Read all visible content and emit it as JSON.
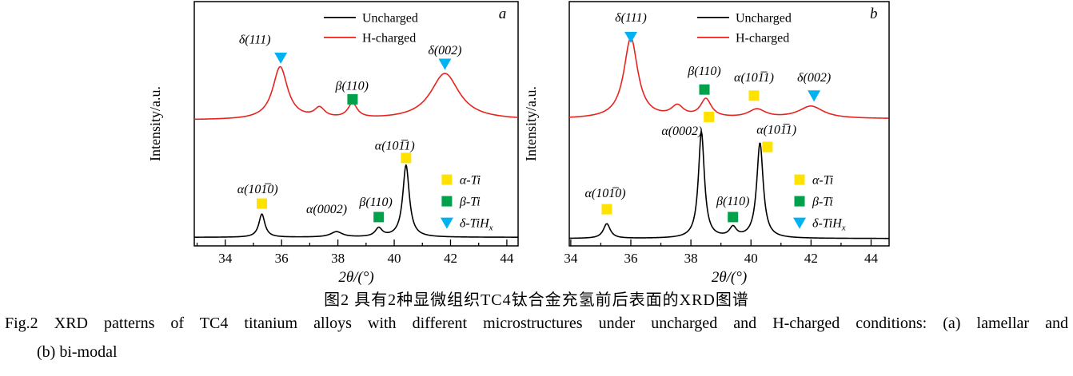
{
  "figure": {
    "caption_cn": "图2  具有2种显微组织TC4钛合金充氢前后表面的XRD图谱",
    "caption_en_line1": "Fig.2  XRD patterns of TC4 titanium alloys with different microstructures under uncharged and H-charged conditions: (a) lamellar and",
    "caption_en_line2": "(b) bi-modal"
  },
  "colors": {
    "uncharged": "#000000",
    "h_charged": "#e8231e",
    "alpha_ti": "#ffe200",
    "beta_ti": "#00a14b",
    "delta_tihx": "#00b2ef"
  },
  "chart_data": [
    {
      "type": "line",
      "panel_label": "a",
      "xlabel": "2θ/(°)",
      "ylabel": "Intensity/a.u.",
      "xlim": [
        32.9,
        44.4
      ],
      "xticks": [
        34,
        36,
        38,
        40,
        42,
        44
      ],
      "grid": false,
      "legend_lines": [
        {
          "label": "Uncharged",
          "color": "#000000"
        },
        {
          "label": "H-charged",
          "color": "#e8231e"
        }
      ],
      "legend_lines_pos": [
        0.4,
        0.935
      ],
      "legend_phases": [
        {
          "label": "α-Ti",
          "sub": "",
          "marker": "square",
          "color": "#ffe200"
        },
        {
          "label": "β-Ti",
          "sub": "",
          "marker": "square",
          "color": "#00a14b"
        },
        {
          "label": "δ-TiH",
          "sub": "x",
          "marker": "triangle",
          "color": "#00b2ef"
        }
      ],
      "legend_phases_pos": [
        0.78,
        0.271
      ],
      "series": [
        {
          "name": "Uncharged",
          "color": "#000000",
          "baseline": 0.035,
          "peaks": [
            {
              "c": 35.3,
              "h": 0.095,
              "w": 0.13
            },
            {
              "c": 37.95,
              "h": 0.022,
              "w": 0.25
            },
            {
              "c": 39.45,
              "h": 0.035,
              "w": 0.15
            },
            {
              "c": 40.42,
              "h": 0.295,
              "w": 0.14
            }
          ]
        },
        {
          "name": "H-charged",
          "color": "#e8231e",
          "baseline": 0.515,
          "peaks": [
            {
              "c": 35.95,
              "h": 0.215,
              "w": 0.32
            },
            {
              "c": 37.35,
              "h": 0.04,
              "w": 0.22
            },
            {
              "c": 38.52,
              "h": 0.06,
              "w": 0.2
            },
            {
              "c": 41.8,
              "h": 0.19,
              "w": 0.62
            }
          ]
        }
      ],
      "annotations": [
        {
          "text": "δ(111)",
          "tx": 35.05,
          "ty": 0.845,
          "marker": "triangle",
          "color": "#00b2ef",
          "mx": 35.97,
          "my": 0.77
        },
        {
          "text": "β(110)",
          "tx": 38.5,
          "ty": 0.655,
          "marker": "square",
          "color": "#00a14b",
          "mx": 38.52,
          "my": 0.6
        },
        {
          "text": "δ(002)",
          "tx": 41.8,
          "ty": 0.8,
          "marker": "triangle",
          "color": "#00b2ef",
          "mx": 41.8,
          "my": 0.745
        },
        {
          "text": "α(101̅1)",
          "tx": 40.02,
          "ty": 0.41,
          "marker": "square",
          "color": "#ffe200",
          "mx": 40.42,
          "my": 0.36
        },
        {
          "text": "α(0002)",
          "tx": 37.6,
          "ty": 0.15,
          "marker": "none",
          "color": "",
          "mx": 0,
          "my": 0
        },
        {
          "text": "α(101̅0)",
          "tx": 35.15,
          "ty": 0.232,
          "marker": "square",
          "color": "#ffe200",
          "mx": 35.3,
          "my": 0.173
        },
        {
          "text": "β(110)",
          "tx": 39.35,
          "ty": 0.18,
          "marker": "square",
          "color": "#00a14b",
          "mx": 39.45,
          "my": 0.118
        }
      ]
    },
    {
      "type": "line",
      "panel_label": "b",
      "xlabel": "2θ/(°)",
      "ylabel": "Intensity/a.u.",
      "xlim": [
        33.95,
        44.6
      ],
      "xticks": [
        34,
        36,
        38,
        40,
        42,
        44
      ],
      "grid": false,
      "legend_lines": [
        {
          "label": "Uncharged",
          "color": "#000000"
        },
        {
          "label": "H-charged",
          "color": "#e8231e"
        }
      ],
      "legend_lines_pos": [
        0.4,
        0.935
      ],
      "legend_phases": [
        {
          "label": "α-Ti",
          "sub": "",
          "marker": "square",
          "color": "#ffe200"
        },
        {
          "label": "β-Ti",
          "sub": "",
          "marker": "square",
          "color": "#00a14b"
        },
        {
          "label": "δ-TiH",
          "sub": "x",
          "marker": "triangle",
          "color": "#00b2ef"
        }
      ],
      "legend_phases_pos": [
        0.72,
        0.271
      ],
      "series": [
        {
          "name": "Uncharged",
          "color": "#000000",
          "baseline": 0.03,
          "peaks": [
            {
              "c": 35.2,
              "h": 0.06,
              "w": 0.14
            },
            {
              "c": 38.35,
              "h": 0.435,
              "w": 0.12
            },
            {
              "c": 39.4,
              "h": 0.04,
              "w": 0.14
            },
            {
              "c": 40.3,
              "h": 0.39,
              "w": 0.13
            }
          ]
        },
        {
          "name": "H-charged",
          "color": "#e8231e",
          "baseline": 0.52,
          "peaks": [
            {
              "c": 36.0,
              "h": 0.33,
              "w": 0.28
            },
            {
              "c": 37.55,
              "h": 0.045,
              "w": 0.25
            },
            {
              "c": 38.5,
              "h": 0.075,
              "w": 0.22
            },
            {
              "c": 40.2,
              "h": 0.035,
              "w": 0.35
            },
            {
              "c": 42.0,
              "h": 0.05,
              "w": 0.5
            }
          ]
        }
      ],
      "annotations": [
        {
          "text": "δ(111)",
          "tx": 36.0,
          "ty": 0.935,
          "marker": "triangle",
          "color": "#00b2ef",
          "mx": 36.0,
          "my": 0.855
        },
        {
          "text": "β(110)",
          "tx": 38.45,
          "ty": 0.715,
          "marker": "square",
          "color": "#00a14b",
          "mx": 38.45,
          "my": 0.64
        },
        {
          "text": "α(101̅1)",
          "tx": 40.1,
          "ty": 0.69,
          "marker": "square",
          "color": "#ffe200",
          "mx": 40.1,
          "my": 0.615
        },
        {
          "text": "δ(002)",
          "tx": 42.1,
          "ty": 0.69,
          "marker": "triangle",
          "color": "#00b2ef",
          "mx": 42.1,
          "my": 0.615
        },
        {
          "text": "α(0002)",
          "tx": 37.7,
          "ty": 0.47,
          "marker": "square",
          "color": "#ffe200",
          "mx": 38.6,
          "my": 0.528
        },
        {
          "text": "α(101̅1)",
          "tx": 40.85,
          "ty": 0.475,
          "marker": "square",
          "color": "#ffe200",
          "mx": 40.55,
          "my": 0.405
        },
        {
          "text": "α(101̅0)",
          "tx": 35.15,
          "ty": 0.215,
          "marker": "square",
          "color": "#ffe200",
          "mx": 35.2,
          "my": 0.15
        },
        {
          "text": "β(110)",
          "tx": 39.4,
          "ty": 0.183,
          "marker": "square",
          "color": "#00a14b",
          "mx": 39.4,
          "my": 0.118
        }
      ]
    }
  ]
}
